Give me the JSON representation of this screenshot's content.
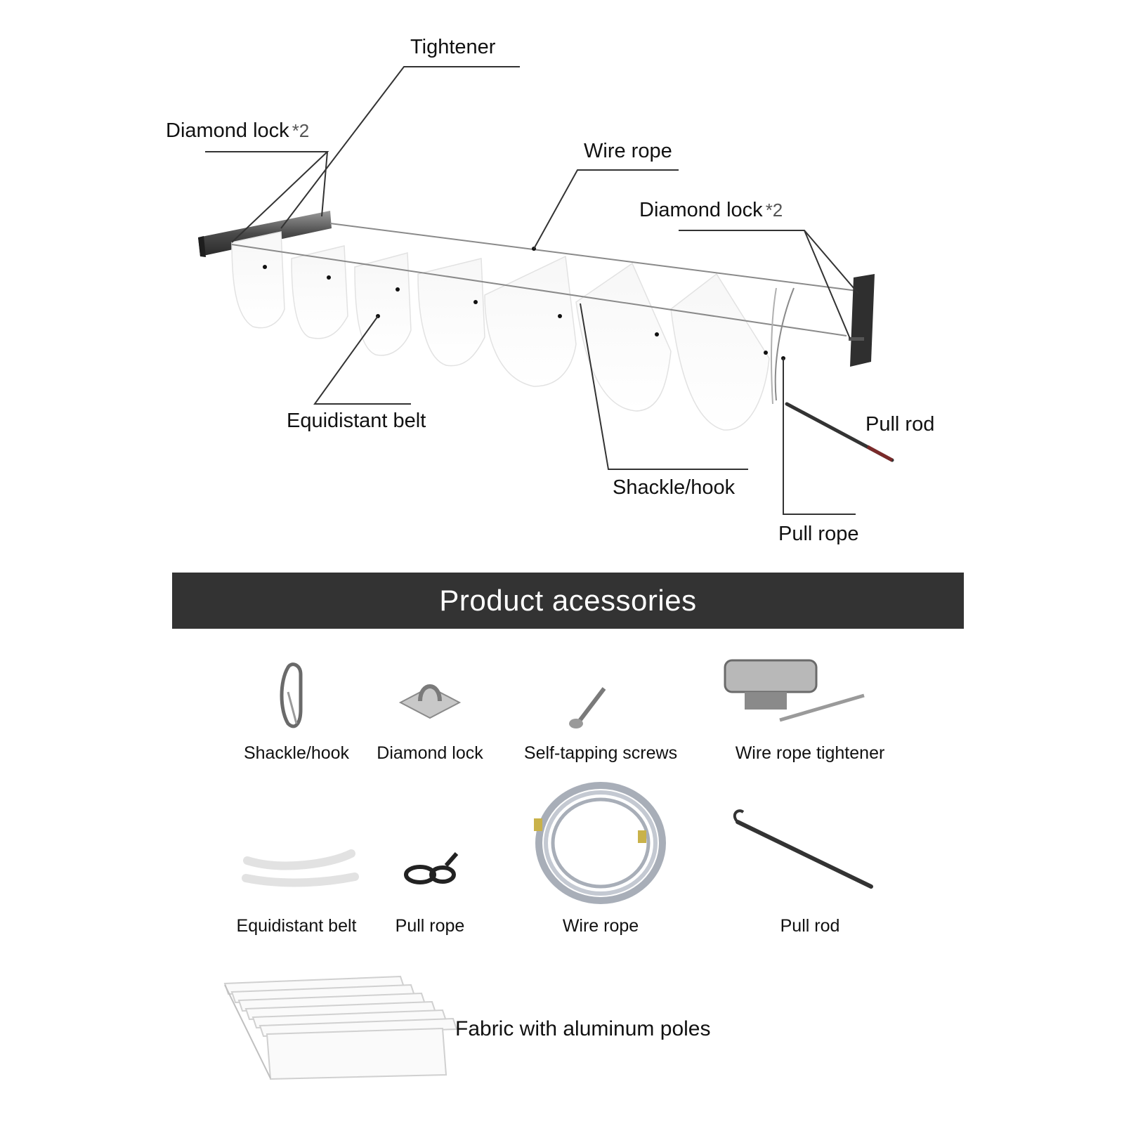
{
  "diagram": {
    "labels": {
      "tightener": "Tightener",
      "diamond_lock_left": "Diamond lock",
      "diamond_lock_left_qty": "*2",
      "wire_rope": "Wire rope",
      "diamond_lock_right": "Diamond lock",
      "diamond_lock_right_qty": "*2",
      "equidistant_belt": "Equidistant belt",
      "pull_rod": "Pull rod",
      "shackle_hook": "Shackle/hook",
      "pull_rope": "Pull rope"
    }
  },
  "accessories": {
    "heading": "Product acessories",
    "items": [
      {
        "label": "Shackle/hook",
        "icon": "shackle-hook-icon"
      },
      {
        "label": "Diamond lock",
        "icon": "diamond-lock-icon"
      },
      {
        "label": "Self-tapping screws",
        "icon": "screw-icon"
      },
      {
        "label": "Wire rope tightener",
        "icon": "tightener-icon"
      },
      {
        "label": "Equidistant belt",
        "icon": "belt-icon"
      },
      {
        "label": "Pull rope",
        "icon": "pull-rope-icon"
      },
      {
        "label": "Wire rope",
        "icon": "wire-coil-icon"
      },
      {
        "label": "Pull rod",
        "icon": "pull-rod-icon"
      },
      {
        "label": "Fabric with aluminum poles",
        "icon": "fabric-poles-icon"
      }
    ]
  },
  "colors": {
    "banner_bg": "#333333",
    "banner_text": "#ffffff",
    "leader_line": "#333333",
    "rail": "#2f2f2f"
  }
}
